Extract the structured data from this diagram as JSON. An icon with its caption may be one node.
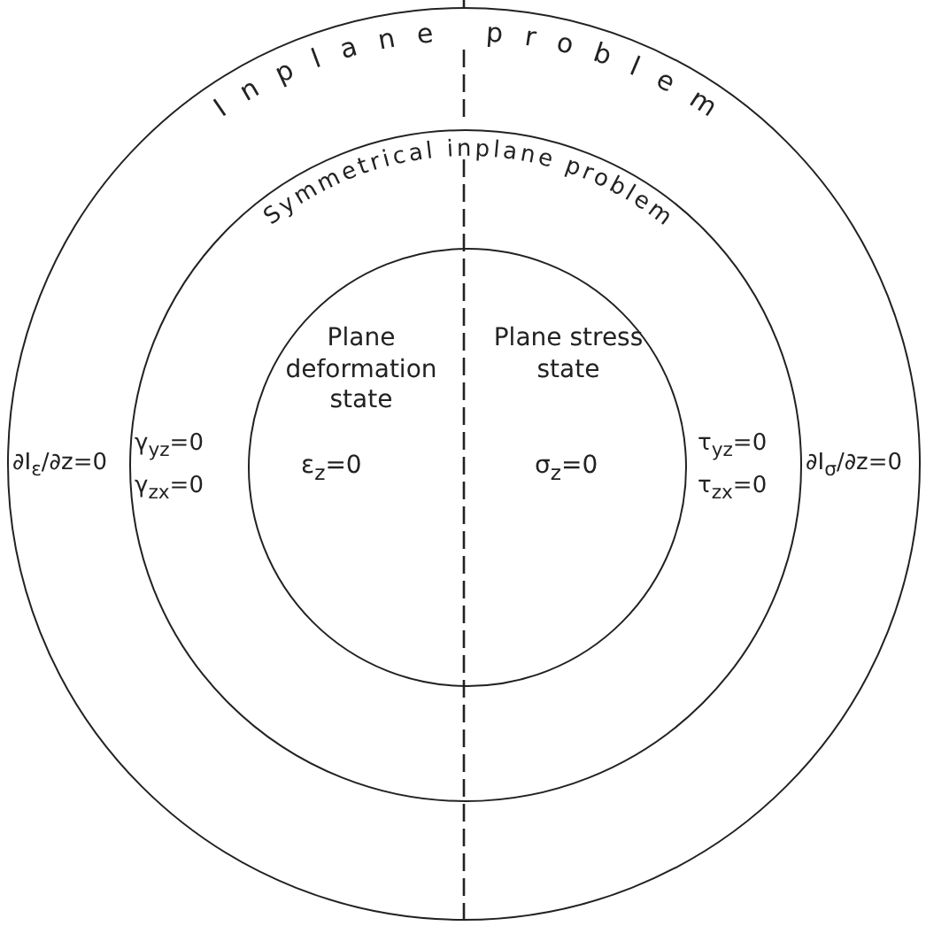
{
  "diagram": {
    "nodes": [
      {
        "text": [
          "Inplane problem"
        ]
      },
      {
        "text": [
          "Symmetrical inplane problem"
        ],
        "in": 0
      },
      {
        "text": [
          "Plane deformation state",
          "Plane stress state"
        ],
        "in": 1
      }
    ],
    "edges": [],
    "labels": [
      "∂I$_{ε}$/∂z=0",
      "γ$_{yz}$=0",
      "γ$_{zx}$=0",
      "ε$_{z}$=0",
      "σ$_{z}$=0",
      "τ$_{yz}$=0",
      "τ$_{zx}$=0",
      "∂I$_{σ}$/∂z=0"
    ]
  }
}
